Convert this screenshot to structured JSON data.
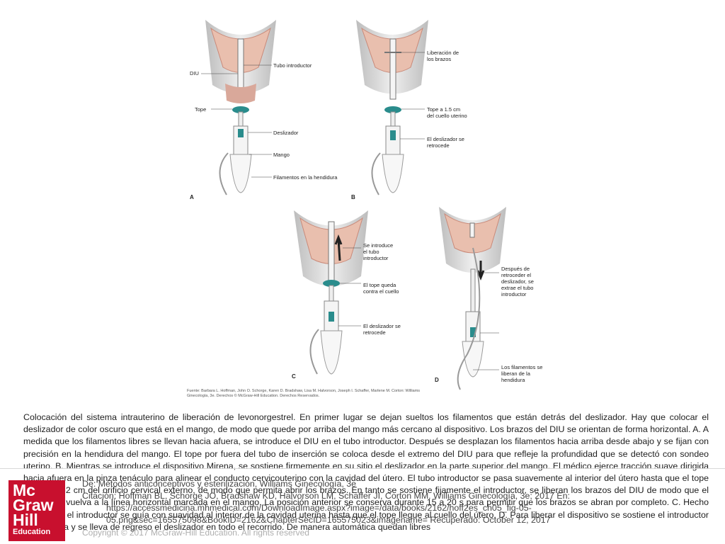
{
  "figure": {
    "panel_a": {
      "letter": "A",
      "labels": {
        "diu": "DIU",
        "tubo": "Tubo introductor",
        "tope": "Tope",
        "deslizador": "Deslizador",
        "mango": "Mango",
        "filamentos": "Filamentos en la hendidura"
      }
    },
    "panel_b": {
      "letter": "B",
      "labels": {
        "liberacion": "Liberación de los brazos",
        "tope": "Tope a 1.5 cm del cuello uterino",
        "deslizador": "El deslizador se retrocede"
      }
    },
    "panel_c": {
      "letter": "C",
      "labels": {
        "introduce": "Se introduce el tubo introductor",
        "tope": "El tope queda contra el cuello",
        "deslizador": "El deslizador se retrocede"
      }
    },
    "panel_d": {
      "letter": "D",
      "labels": {
        "despues": "Después de retroceder el deslizador, se extrae el tubo introductor",
        "filamentos": "Los filamentos se liberan de la hendidura"
      }
    },
    "source": "Fuente: Barbara L. Hoffman, John O. Schorge, Karen D. Bradshaw, Lisa M. Halvorson, Joseph I. Schaffer, Marlene M. Corton: Williams Ginecología, 3e. Derechos © McGraw-Hill Education. Derechos Reservados."
  },
  "caption": "Colocación del sistema intrauterino de liberación de levonorgestrel. En primer lugar se dejan sueltos los filamentos que están detrás del deslizador. Hay que colocar el deslizador de color oscuro que está en el mango, de modo que quede por arriba del mango más cercano al dispositivo. Los brazos del DIU se orientan de forma horizontal. A. A medida que los filamentos libres se llevan hacia afuera, se introduce el DIU en el tubo introductor. Después se desplazan los filamentos hacia arriba desde abajo y se fijan con precisión en la hendidura del mango. El tope por fuera del tubo de inserción se coloca desde el extremo del DIU para que refleje la profundidad que se detectó con sondeo uterino. B. Mientras se introduce el dispositivo Mirena, se sostiene firmemente en su sitio el deslizador en la parte superior del mango. El médico ejerce tracción suave dirigida hacia afuera en la pinza tenáculo para alinear el conducto cervicouterino con la cavidad del útero. El tubo introductor se pasa suavemente al interior del útero hasta que el tope está a 1.5-2 cm del orificio cervical externo, de modo que permita abrir los brazos. En tanto se sostiene fijamente el introductor, se liberan los brazos del DIU de modo que el deslizador vuelva a la línea horizontal marcada en el mango. La posición anterior se conserva durante 15 a 20 s para permitir que los brazos se abran por completo. C. Hecho lo anterior, el introductor se guía con suavidad al interior de la cavidad uterina hasta que el tope llegue al cuello del útero. D. Para liberar el dispositivo se sostiene el introductor con firmeza y se lleva de regreso el deslizador en todo el recorrido. De manera automática quedan libres",
  "overlay": {
    "from": "De: Métodos anticonceptivos y esterilización, Williams Ginecología, 3e",
    "citation": "Citación: Hoffman BL, Schorge JO, Bradshaw KD, Halvorson LM, Schaffer JI, Corton MM. Williams Ginecología, 3e; 2017 En:",
    "url_line1": "https://accessmedicina.mhmedical.com/DownloadImage.aspx?image=/data/books/2162/hoff2es_ch05_fig-05-",
    "url_line2": "05.png&sec=165575098&BookID=2162&ChapterSecID=165575023&imagename= Recuperado: October 12, 2017",
    "copyright": "Copyright © 2017 McGraw-Hill Education. All rights reserved"
  },
  "logo": {
    "line1": "Mc",
    "line2": "Graw",
    "line3": "Hill",
    "line4": "Education"
  },
  "colors": {
    "tissue": "#e9bfae",
    "tissue_dark": "#c98a7a",
    "cervix": "#d8d8d8",
    "teal": "#2a8c8c",
    "logo_red": "#c8102e"
  }
}
